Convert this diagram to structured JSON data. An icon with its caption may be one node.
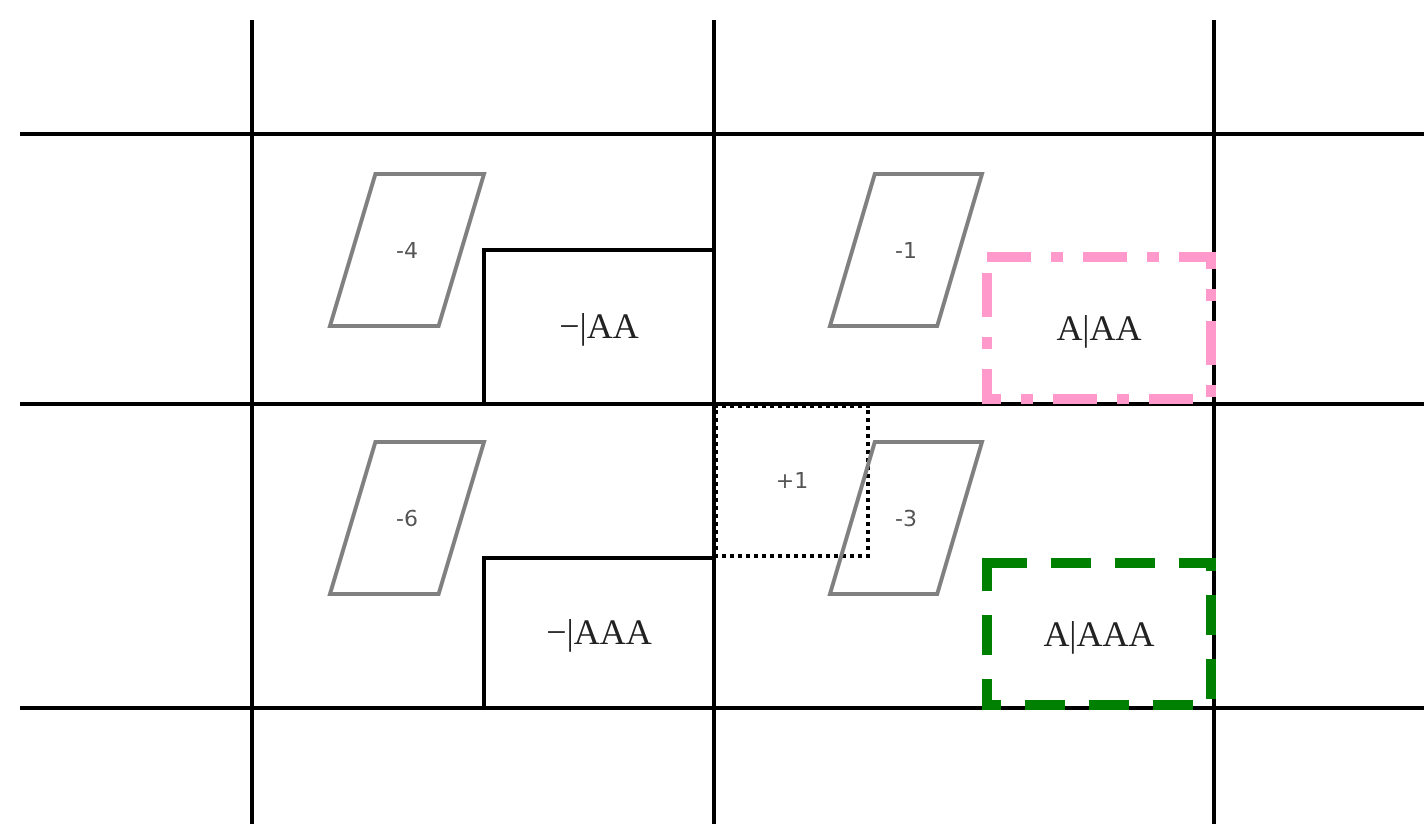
{
  "diagram": {
    "nodes": [
      {
        "text": [
          "-4"
        ]
      },
      {
        "text": [
          "-1"
        ]
      },
      {
        "text": [
          "−|AA"
        ]
      },
      {
        "text": [
          "A|AA"
        ]
      },
      {
        "text": [
          "+1"
        ]
      },
      {
        "text": [
          "-6"
        ]
      },
      {
        "text": [
          "-3"
        ]
      },
      {
        "text": [
          "−|AAA"
        ]
      },
      {
        "text": [
          "A|AAA"
        ]
      }
    ]
  }
}
